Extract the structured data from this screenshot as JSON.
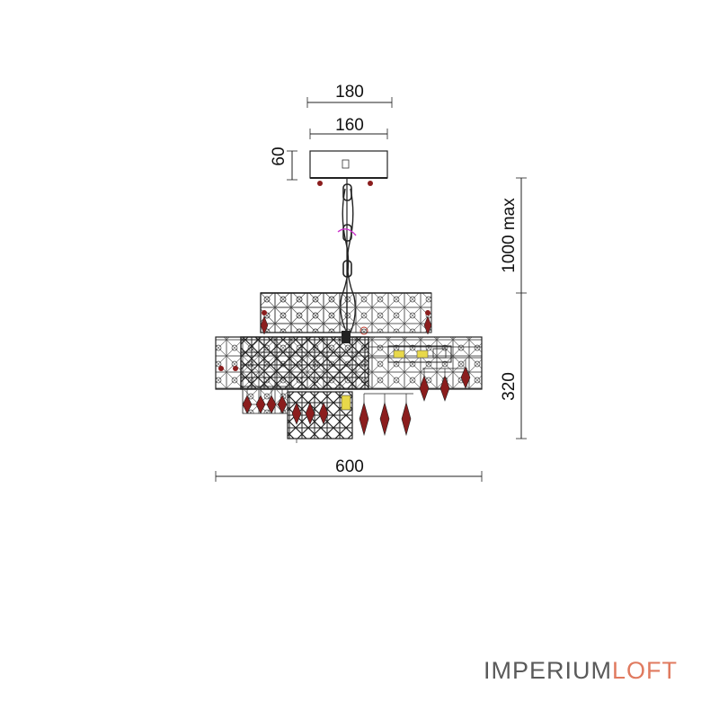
{
  "dimensions": {
    "canopy_outer_width": "180",
    "canopy_inner_width": "160",
    "canopy_height": "60",
    "chain_length": "1000 max",
    "body_height": "320",
    "body_width": "600"
  },
  "brand": {
    "part1": "IMPERIUM",
    "part2": "LOFT"
  },
  "colors": {
    "line": "#222222",
    "crystal": "#8b1d1d",
    "accent_magenta": "#cc33cc",
    "accent_yellow": "#e8d84a",
    "brand_gray": "#5a5a5a",
    "brand_orange": "#e07a5f"
  }
}
